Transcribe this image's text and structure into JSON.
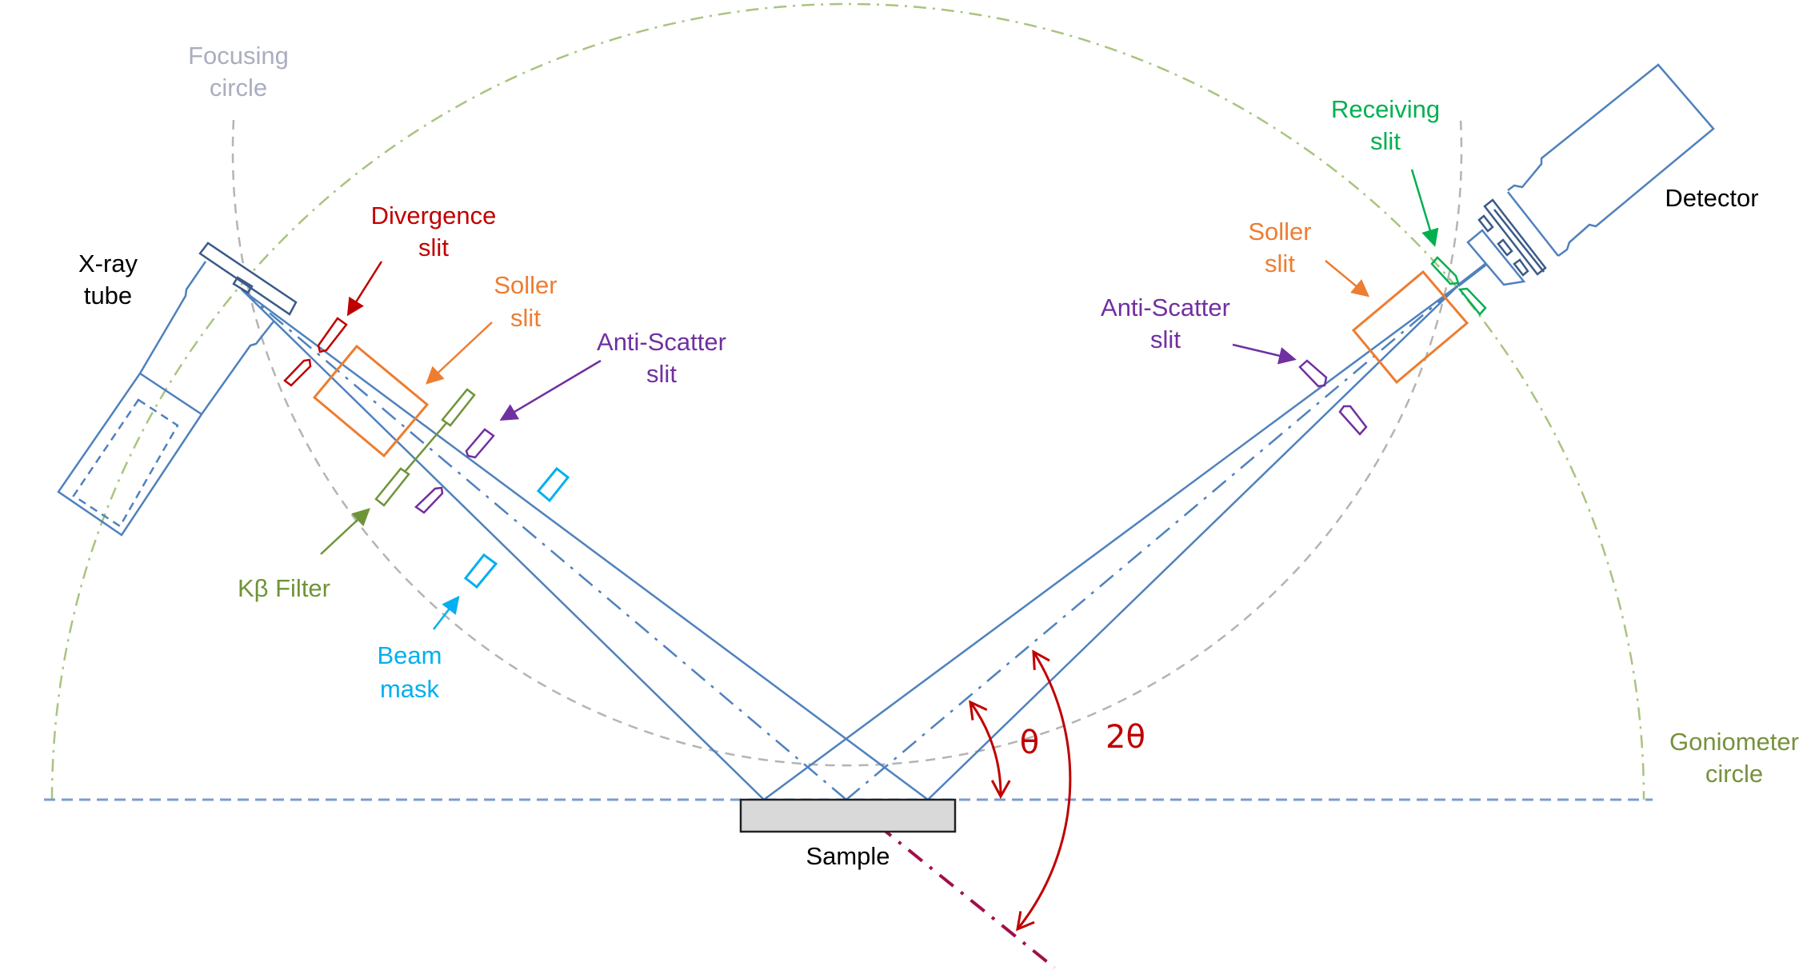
{
  "title": "X-ray diffractometer (Bragg-Brentano) geometry",
  "colors": {
    "beam": "#4f81bd",
    "tube_dark": "#3a5a88",
    "focusing_circle": "#b4b4b4",
    "goniometer_circle": "#a9c47f",
    "divergence": "#c00000",
    "soller": "#ed7d31",
    "anti_scatter": "#7030a0",
    "kbeta": "#6f9438",
    "beam_mask": "#00b0f0",
    "receiving": "#00b050",
    "angle": "#c00000",
    "normal_line": "#a0104a",
    "sample_fill": "#d9d9d9",
    "text_dark": "#000000",
    "text_focusing": "#a9aec0",
    "text_goniometer": "#76923c"
  },
  "labels": {
    "xray_tube": [
      "X-ray",
      "tube"
    ],
    "focusing_circle": [
      "Focusing",
      "circle"
    ],
    "divergence_slit": [
      "Divergence",
      "slit"
    ],
    "soller_slit_left": [
      "Soller",
      "slit"
    ],
    "anti_scatter_left": [
      "Anti-Scatter",
      "slit"
    ],
    "kbeta_filter": "Kβ Filter",
    "beam_mask": [
      "Beam",
      "mask"
    ],
    "sample": "Sample",
    "theta": "θ",
    "two_theta": "2θ",
    "goniometer_circle": [
      "Goniometer",
      "circle"
    ],
    "receiving_slit": [
      "Receiving",
      "slit"
    ],
    "soller_slit_right": [
      "Soller",
      "slit"
    ],
    "anti_scatter_right": [
      "Anti-Scatter",
      "slit"
    ],
    "detector": "Detector"
  }
}
